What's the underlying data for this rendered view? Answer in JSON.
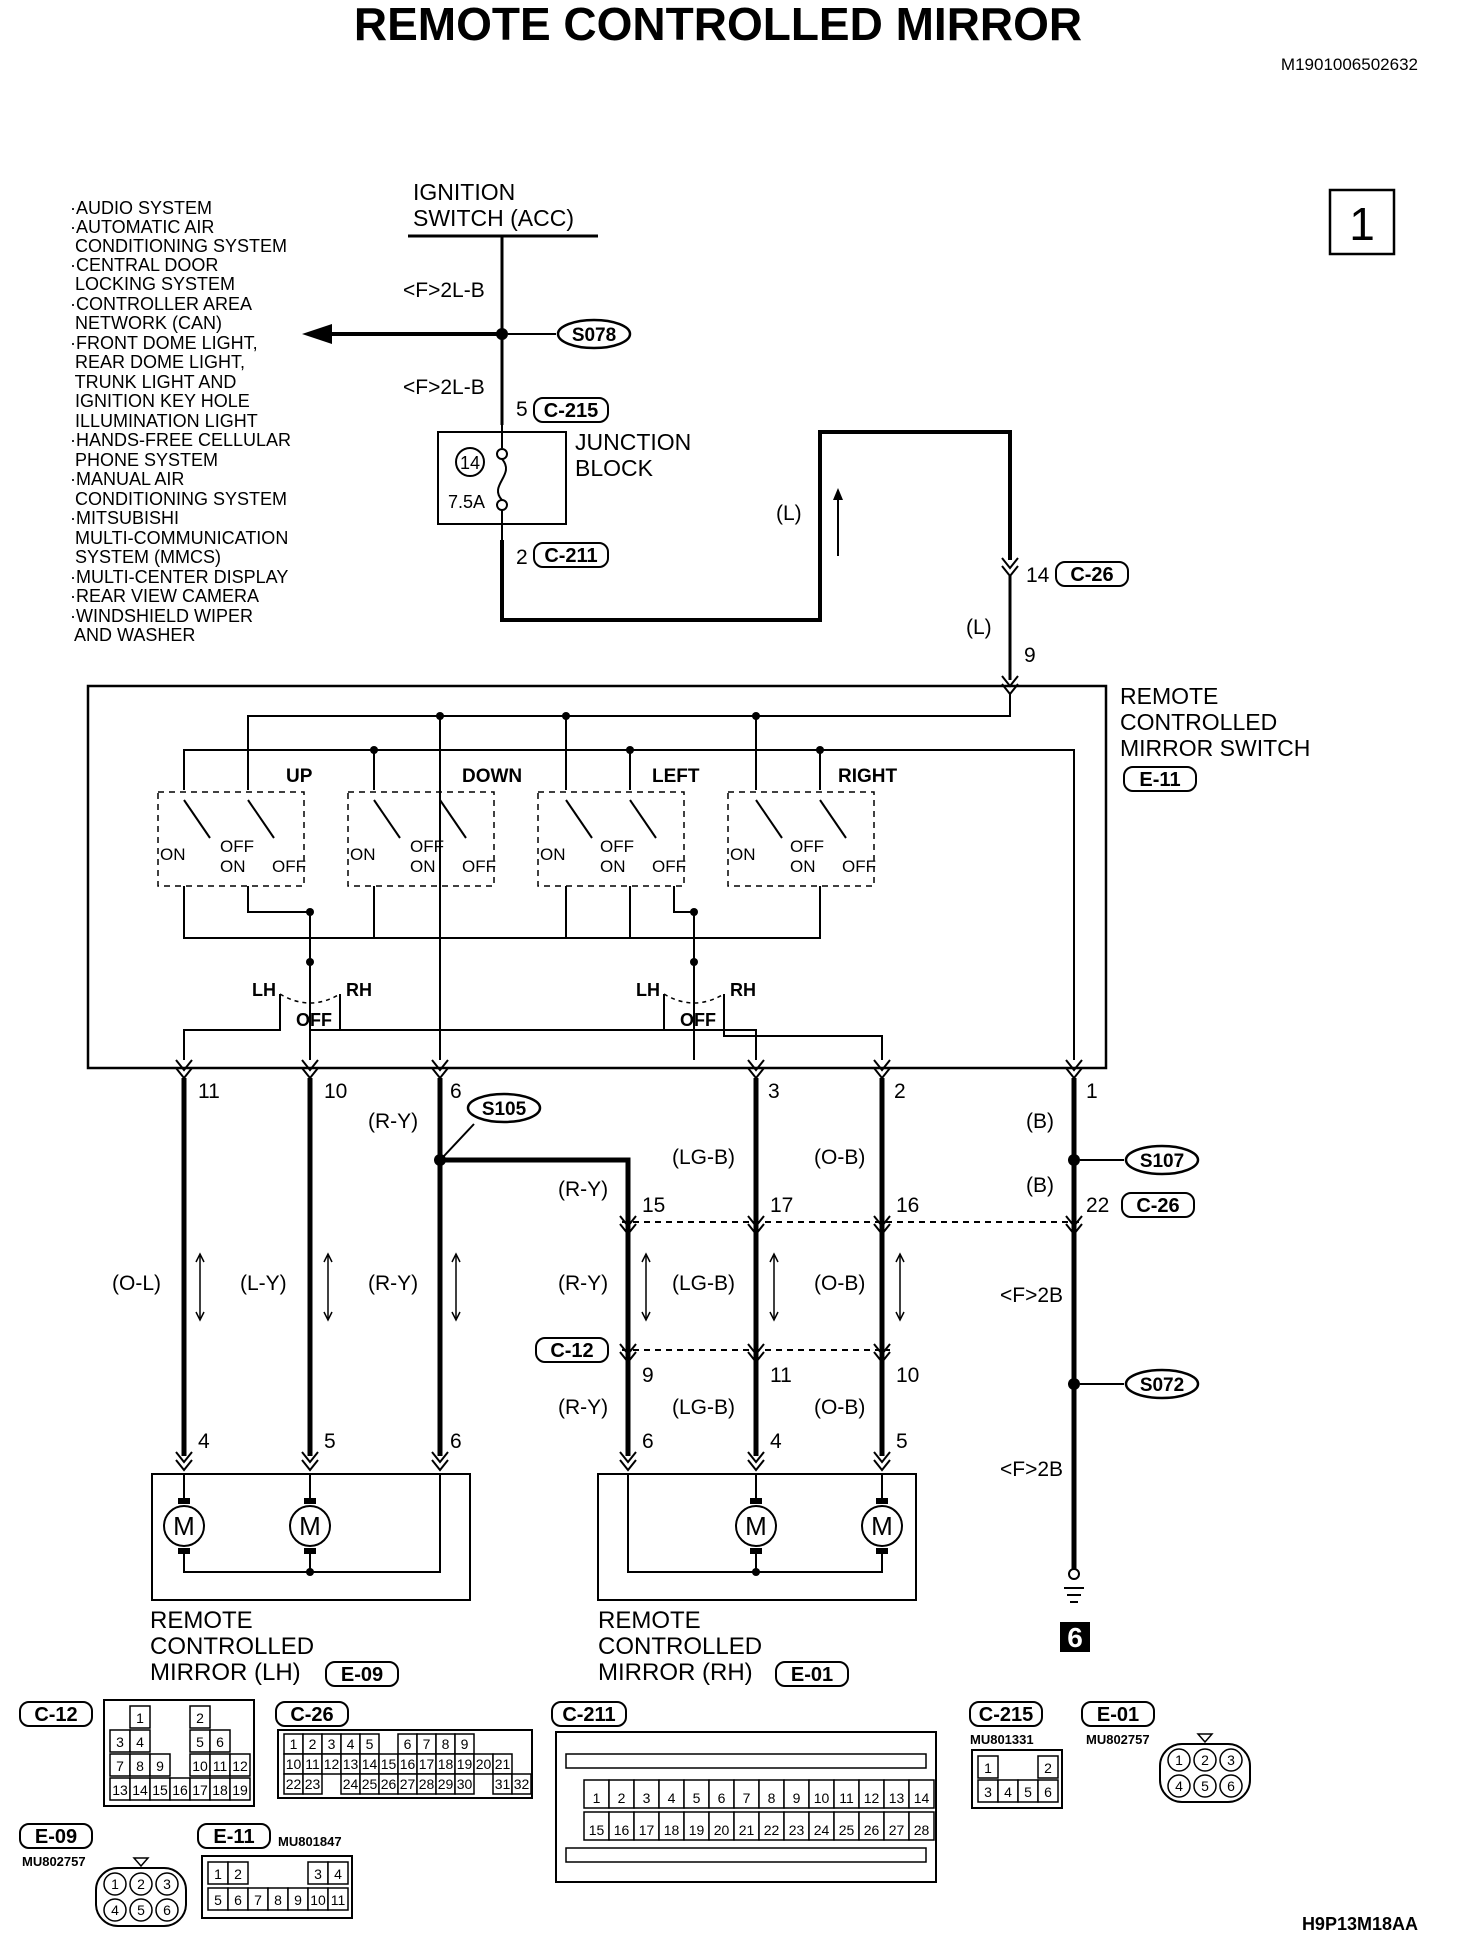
{
  "title": "REMOTE CONTROLLED MIRROR",
  "doc_id": "M1901006502632",
  "footer_code": "H9P13M18AA",
  "page_number": "1",
  "ground_label": "6",
  "ignition_switch": [
    "IGNITION",
    "SWITCH (ACC)"
  ],
  "systems_list": [
    "·AUDIO SYSTEM",
    "·AUTOMATIC AIR",
    " CONDITIONING SYSTEM",
    "·CENTRAL DOOR",
    " LOCKING SYSTEM",
    "·CONTROLLER AREA",
    " NETWORK (CAN)",
    "·FRONT DOME LIGHT,",
    " REAR DOME LIGHT,",
    " TRUNK LIGHT AND",
    " IGNITION KEY HOLE",
    " ILLUMINATION LIGHT",
    "·HANDS-FREE CELLULAR",
    " PHONE SYSTEM",
    "·MANUAL AIR",
    " CONDITIONING SYSTEM",
    "·MITSUBISHI",
    " MULTI-COMMUNICATION",
    " SYSTEM (MMCS)",
    "·MULTI-CENTER DISPLAY",
    "·REAR VIEW CAMERA",
    "·WINDSHIELD WIPER",
    " AND WASHER"
  ],
  "junction_block": {
    "label": [
      "JUNCTION",
      "BLOCK"
    ],
    "fuse_no": "14",
    "fuse_rating": "7.5A"
  },
  "mirror_switch": {
    "label": [
      "REMOTE",
      "CONTROLLED",
      "MIRROR SWITCH"
    ],
    "connector": "E-11",
    "directions": [
      "UP",
      "DOWN",
      "LEFT",
      "RIGHT"
    ],
    "contact_on": "ON",
    "contact_off": "OFF",
    "selector_lh": "LH",
    "selector_rh": "RH",
    "selector_off": "OFF"
  },
  "mirror_lh": {
    "label": [
      "REMOTE",
      "CONTROLLED",
      "MIRROR (LH)"
    ],
    "connector": "E-09"
  },
  "mirror_rh": {
    "label": [
      "REMOTE",
      "CONTROLLED",
      "MIRROR (RH)"
    ],
    "connector": "E-01"
  },
  "motor_symbol": "M",
  "splices": [
    "S078",
    "S105",
    "S107",
    "S072"
  ],
  "connectors_inline": [
    "C-215",
    "C-211",
    "C-26",
    "C-26",
    "C-12"
  ],
  "wire_labels": {
    "f2lb_a": "<F>2L-B",
    "f2lb_b": "<F>2L-B",
    "l_a": "(L)",
    "l_b": "(L)",
    "oL": "(O-L)",
    "lY": "(L-Y)",
    "rY1": "(R-Y)",
    "rY2": "(R-Y)",
    "rY3": "(R-Y)",
    "rY4": "(R-Y)",
    "rY5": "(R-Y)",
    "lgB1": "(LG-B)",
    "lgB2": "(LG-B)",
    "lgB3": "(LG-B)",
    "oB1": "(O-B)",
    "oB2": "(O-B)",
    "oB3": "(O-B)",
    "b1": "(B)",
    "b2": "(B)",
    "f2b_a": "<F>2B",
    "f2b_b": "<F>2B"
  },
  "pins": {
    "c215": "5",
    "c211": "2",
    "c26_14": "14",
    "sw9": "9",
    "sw11": "11",
    "sw10": "10",
    "sw6": "6",
    "sw3": "3",
    "sw2": "2",
    "sw1": "1",
    "c26_15": "15",
    "c26_17": "17",
    "c26_16": "16",
    "c26_22": "22",
    "c12_9": "9",
    "c12_11": "11",
    "c12_10": "10",
    "lh4": "4",
    "lh5": "5",
    "lh6": "6",
    "rh6": "6",
    "rh4": "4",
    "rh5": "5"
  },
  "connector_views": {
    "c12": {
      "name": "C-12",
      "rows": [
        [
          "1",
          "",
          "2"
        ],
        [
          "3",
          "4",
          "",
          "5",
          "6"
        ],
        [
          "7",
          "8",
          "9",
          "",
          "10",
          "11",
          "12"
        ],
        [
          "13",
          "14",
          "15",
          "16",
          "17",
          "18",
          "19"
        ]
      ]
    },
    "c26": {
      "name": "C-26",
      "rows": [
        [
          "1",
          "2",
          "3",
          "4",
          "5",
          "",
          "6",
          "7",
          "8",
          "9"
        ],
        [
          "10",
          "11",
          "12",
          "13",
          "14",
          "15",
          "16",
          "17",
          "18",
          "19",
          "20",
          "21"
        ],
        [
          "22",
          "23",
          "",
          "24",
          "25",
          "26",
          "27",
          "28",
          "29",
          "30",
          "",
          "31",
          "32"
        ]
      ]
    },
    "c211": {
      "name": "C-211",
      "rows": [
        [
          "1",
          "2",
          "3",
          "4",
          "5",
          "6",
          "7",
          "8",
          "9",
          "10",
          "11",
          "12",
          "13",
          "14"
        ],
        [
          "15",
          "16",
          "17",
          "18",
          "19",
          "20",
          "21",
          "22",
          "23",
          "24",
          "25",
          "26",
          "27",
          "28"
        ]
      ]
    },
    "c215": {
      "name": "C-215",
      "part": "MU801331",
      "rows": [
        [
          "1",
          "",
          "2"
        ],
        [
          "3",
          "4",
          "5",
          "6"
        ]
      ]
    },
    "e01": {
      "name": "E-01",
      "part": "MU802757",
      "rows": [
        [
          "1",
          "2",
          "3"
        ],
        [
          "4",
          "5",
          "6"
        ]
      ]
    },
    "e09": {
      "name": "E-09",
      "part": "MU802757",
      "rows": [
        [
          "1",
          "2",
          "3"
        ],
        [
          "4",
          "5",
          "6"
        ]
      ]
    },
    "e11": {
      "name": "E-11",
      "part": "MU801847",
      "rows": [
        [
          "1",
          "2",
          "",
          "3",
          "4"
        ],
        [
          "5",
          "6",
          "7",
          "8",
          "9",
          "10",
          "11"
        ]
      ]
    }
  }
}
